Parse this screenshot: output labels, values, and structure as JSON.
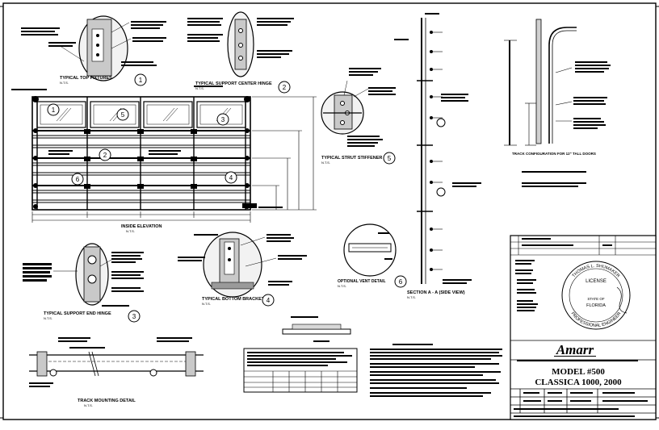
{
  "views": {
    "top_fixtures": {
      "title": "TYPICAL TOP FIXTURES",
      "scale": "N.T.S.",
      "callout": "1"
    },
    "center_hinge": {
      "title": "TYPICAL SUPPORT CENTER HINGE",
      "scale": "N.T.S.",
      "callout": "2"
    },
    "strut_stiffener": {
      "title": "TYPICAL STRUT STIFFENER",
      "scale": "N.T.S.",
      "callout": "5"
    },
    "end_hinge": {
      "title": "TYPICAL SUPPORT END HINGE",
      "scale": "N.T.S.",
      "callout": "3"
    },
    "bottom_bracket": {
      "title": "TYPICAL BOTTOM BRACKET",
      "scale": "N.T.S.",
      "callout": "4"
    },
    "vent_detail": {
      "title": "OPTIONAL VENT DETAIL",
      "scale": "N.T.S.",
      "callout": "6"
    },
    "section_aa": {
      "title": "SECTION A - A (SIDE VIEW)",
      "scale": "N.T.S."
    },
    "inside_elevation": {
      "title": "INSIDE ELEVATION",
      "scale": "N.T.S."
    },
    "track_mounting": {
      "title": "TRACK MOUNTING DETAIL",
      "scale": "N.T.S."
    },
    "track_config": {
      "title": "TRACK CONFIGURATION FOR 12\" TALL DOORS"
    }
  },
  "elevation_callouts": [
    "1",
    "5",
    "3",
    "2",
    "6",
    "4"
  ],
  "title_block": {
    "brand": "Amarr",
    "model_line": "MODEL #500",
    "product_line": "CLASSICA 1000, 2000"
  },
  "seal": {
    "top_text": "THOMAS L. SHUMAKER",
    "license": "LICENSE",
    "state_line": "STATE OF",
    "state": "FLORIDA",
    "bottom_text": "PROFESSIONAL ENGINEER"
  }
}
